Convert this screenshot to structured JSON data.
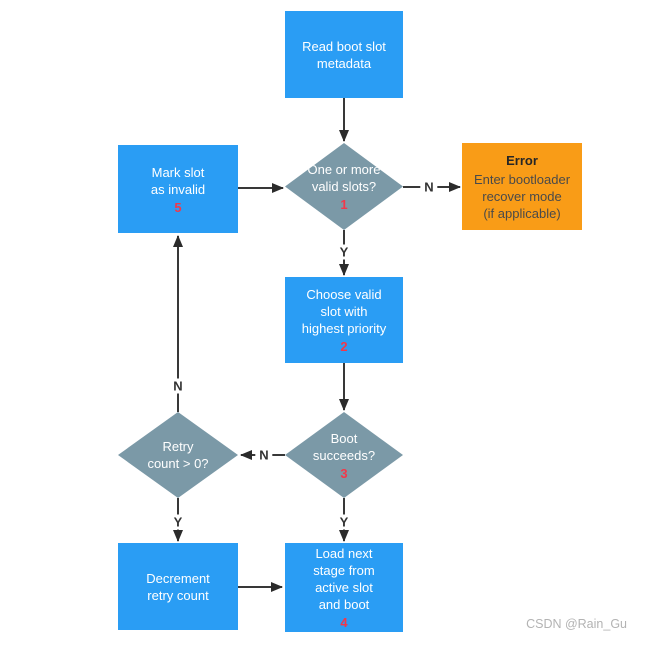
{
  "page": {
    "title": "Boot slot selection flowchart",
    "watermark": "CSDN @Rain_Gu",
    "background_color": "#ffffff"
  },
  "colors": {
    "process_fill": "#2A9DF4",
    "decision_fill": "#7B99A7",
    "error_fill": "#F99C17",
    "node_text": "#ffffff",
    "error_text": "#4a4a4a",
    "step_number": "#F2384A",
    "connector": "#383838",
    "edge_label_text": "#333333",
    "watermark_text": "#b3b3b3"
  },
  "nodes": {
    "read_metadata": {
      "label": "Read boot slot\nmetadata"
    },
    "valid_slots": {
      "label": "One or more\nvalid slots?",
      "step": "1"
    },
    "error": {
      "title": "Error",
      "label": "Enter bootloader\nrecover mode\n(if applicable)"
    },
    "mark_invalid": {
      "label": "Mark slot\nas invalid",
      "step": "5"
    },
    "choose_slot": {
      "label": "Choose valid\nslot with\nhighest priority",
      "step": "2"
    },
    "boot_succeeds": {
      "label": "Boot\nsucceeds?",
      "step": "3"
    },
    "retry_count": {
      "label": "Retry\ncount > 0?"
    },
    "decrement_retry": {
      "label": "Decrement\nretry count"
    },
    "load_boot": {
      "label": "Load next\nstage from\nactive slot\nand boot",
      "step": "4"
    }
  },
  "edge_labels": {
    "valid_slots_no": "N",
    "valid_slots_yes": "Y",
    "boot_no": "N",
    "boot_yes": "Y",
    "retry_no": "N",
    "retry_yes": "Y"
  }
}
